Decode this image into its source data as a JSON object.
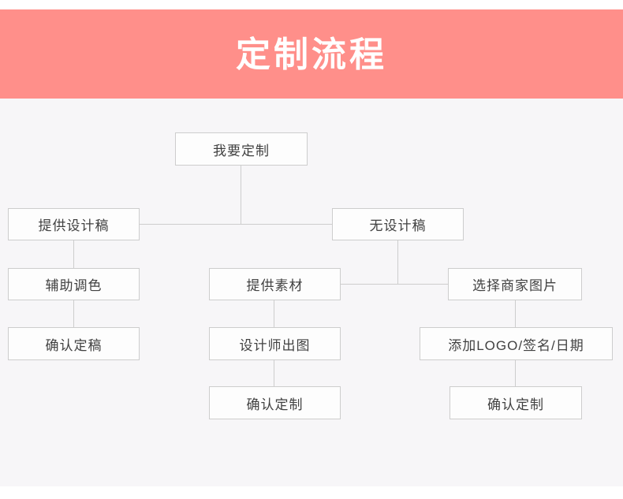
{
  "banner": {
    "title": "定制流程",
    "background_color": "#FF8F8A",
    "text_color": "#FFFFFF"
  },
  "canvas": {
    "background_color": "#F7F6F8",
    "node_border_color": "#CDCDCD",
    "node_text_color": "#414141",
    "connector_color": "#CDCDCD"
  },
  "flow": {
    "nodes": [
      {
        "id": "start",
        "label": "我要定制"
      },
      {
        "id": "has-design",
        "label": "提供设计稿"
      },
      {
        "id": "no-design",
        "label": "无设计稿"
      },
      {
        "id": "assist-color",
        "label": "辅助调色"
      },
      {
        "id": "provide-assets",
        "label": "提供素材"
      },
      {
        "id": "pick-merchant",
        "label": "选择商家图片"
      },
      {
        "id": "confirm-final",
        "label": "确认定稿"
      },
      {
        "id": "designer-draft",
        "label": "设计师出图"
      },
      {
        "id": "add-logo",
        "label": "添加LOGO/签名/日期"
      },
      {
        "id": "confirm-custom-mid",
        "label": "确认定制"
      },
      {
        "id": "confirm-custom-right",
        "label": "确认定制"
      }
    ]
  }
}
